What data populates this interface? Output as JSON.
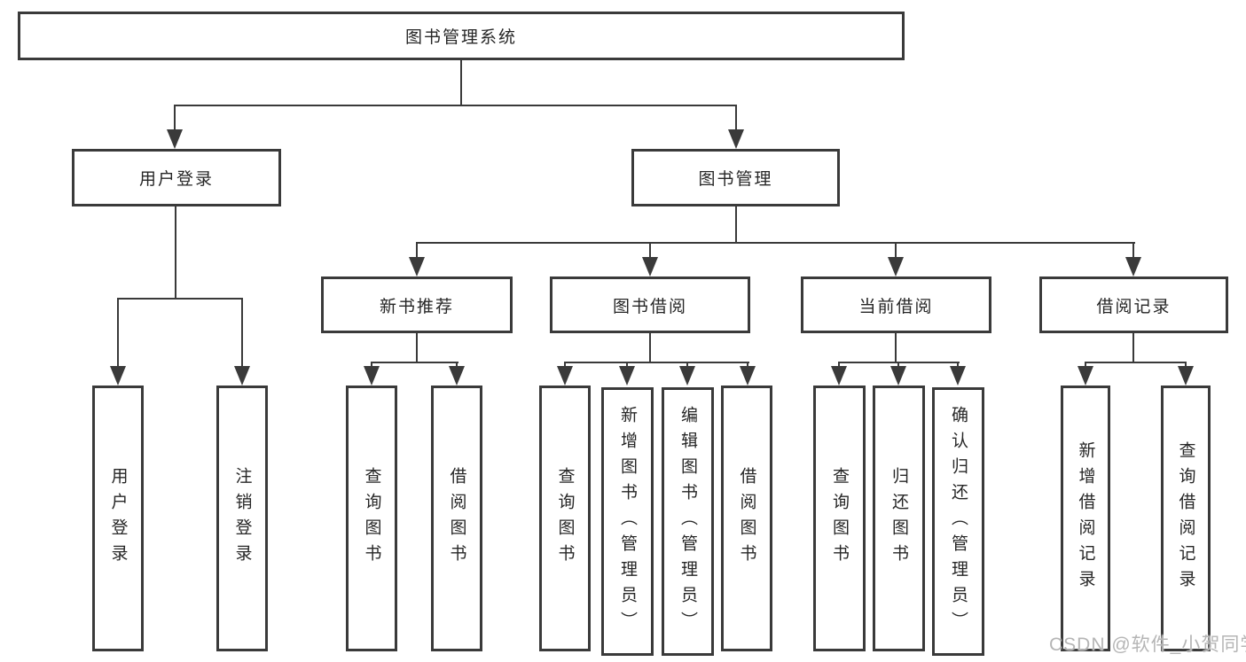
{
  "diagram": {
    "root": {
      "label": "图书管理系统"
    },
    "branches": [
      {
        "label": "用户登录",
        "children": [
          {
            "label": "用户登录"
          },
          {
            "label": "注销登录"
          }
        ]
      },
      {
        "label": "图书管理",
        "children": [
          {
            "label": "新书推荐",
            "children": [
              {
                "label": "查询图书"
              },
              {
                "label": "借阅图书"
              }
            ]
          },
          {
            "label": "图书借阅",
            "children": [
              {
                "label": "查询图书"
              },
              {
                "label": "新增图书（管理员）"
              },
              {
                "label": "编辑图书（管理员）"
              },
              {
                "label": "借阅图书"
              }
            ]
          },
          {
            "label": "当前借阅",
            "children": [
              {
                "label": "查询图书"
              },
              {
                "label": "归还图书"
              },
              {
                "label": "确认归还（管理员）"
              }
            ]
          },
          {
            "label": "借阅记录",
            "children": [
              {
                "label": "新增借阅记录"
              },
              {
                "label": "查询借阅记录"
              }
            ]
          }
        ]
      }
    ]
  },
  "watermark": {
    "text": "CSDN @软件_小贺同学"
  },
  "colors": {
    "line": "#3a3a3a",
    "text": "#262626",
    "box_background": "#ffffff",
    "watermark": "#b5b5b5"
  }
}
